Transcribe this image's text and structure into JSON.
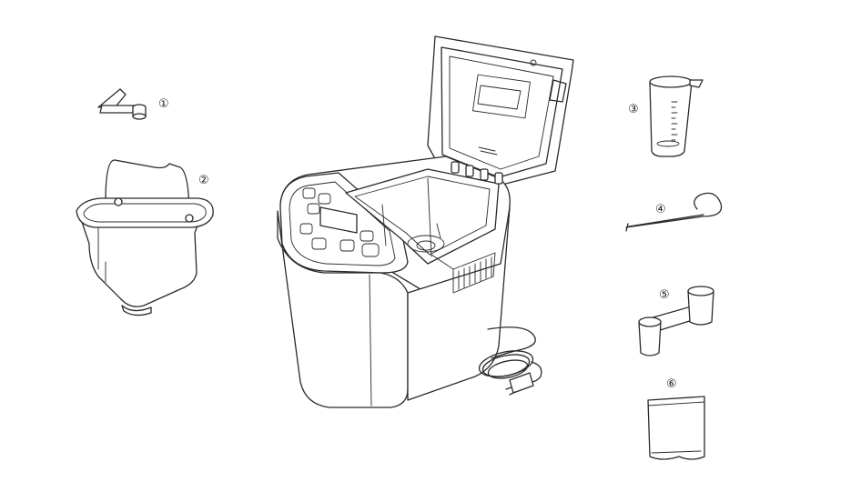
{
  "parts": [
    {
      "id": "kneading-blade",
      "callout": "①"
    },
    {
      "id": "bread-pan",
      "callout": "②"
    },
    {
      "id": "measuring-cup",
      "callout": "③"
    },
    {
      "id": "hook",
      "callout": "④"
    },
    {
      "id": "measuring-spoon",
      "callout": "⑤"
    },
    {
      "id": "packet",
      "callout": "⑥"
    }
  ]
}
